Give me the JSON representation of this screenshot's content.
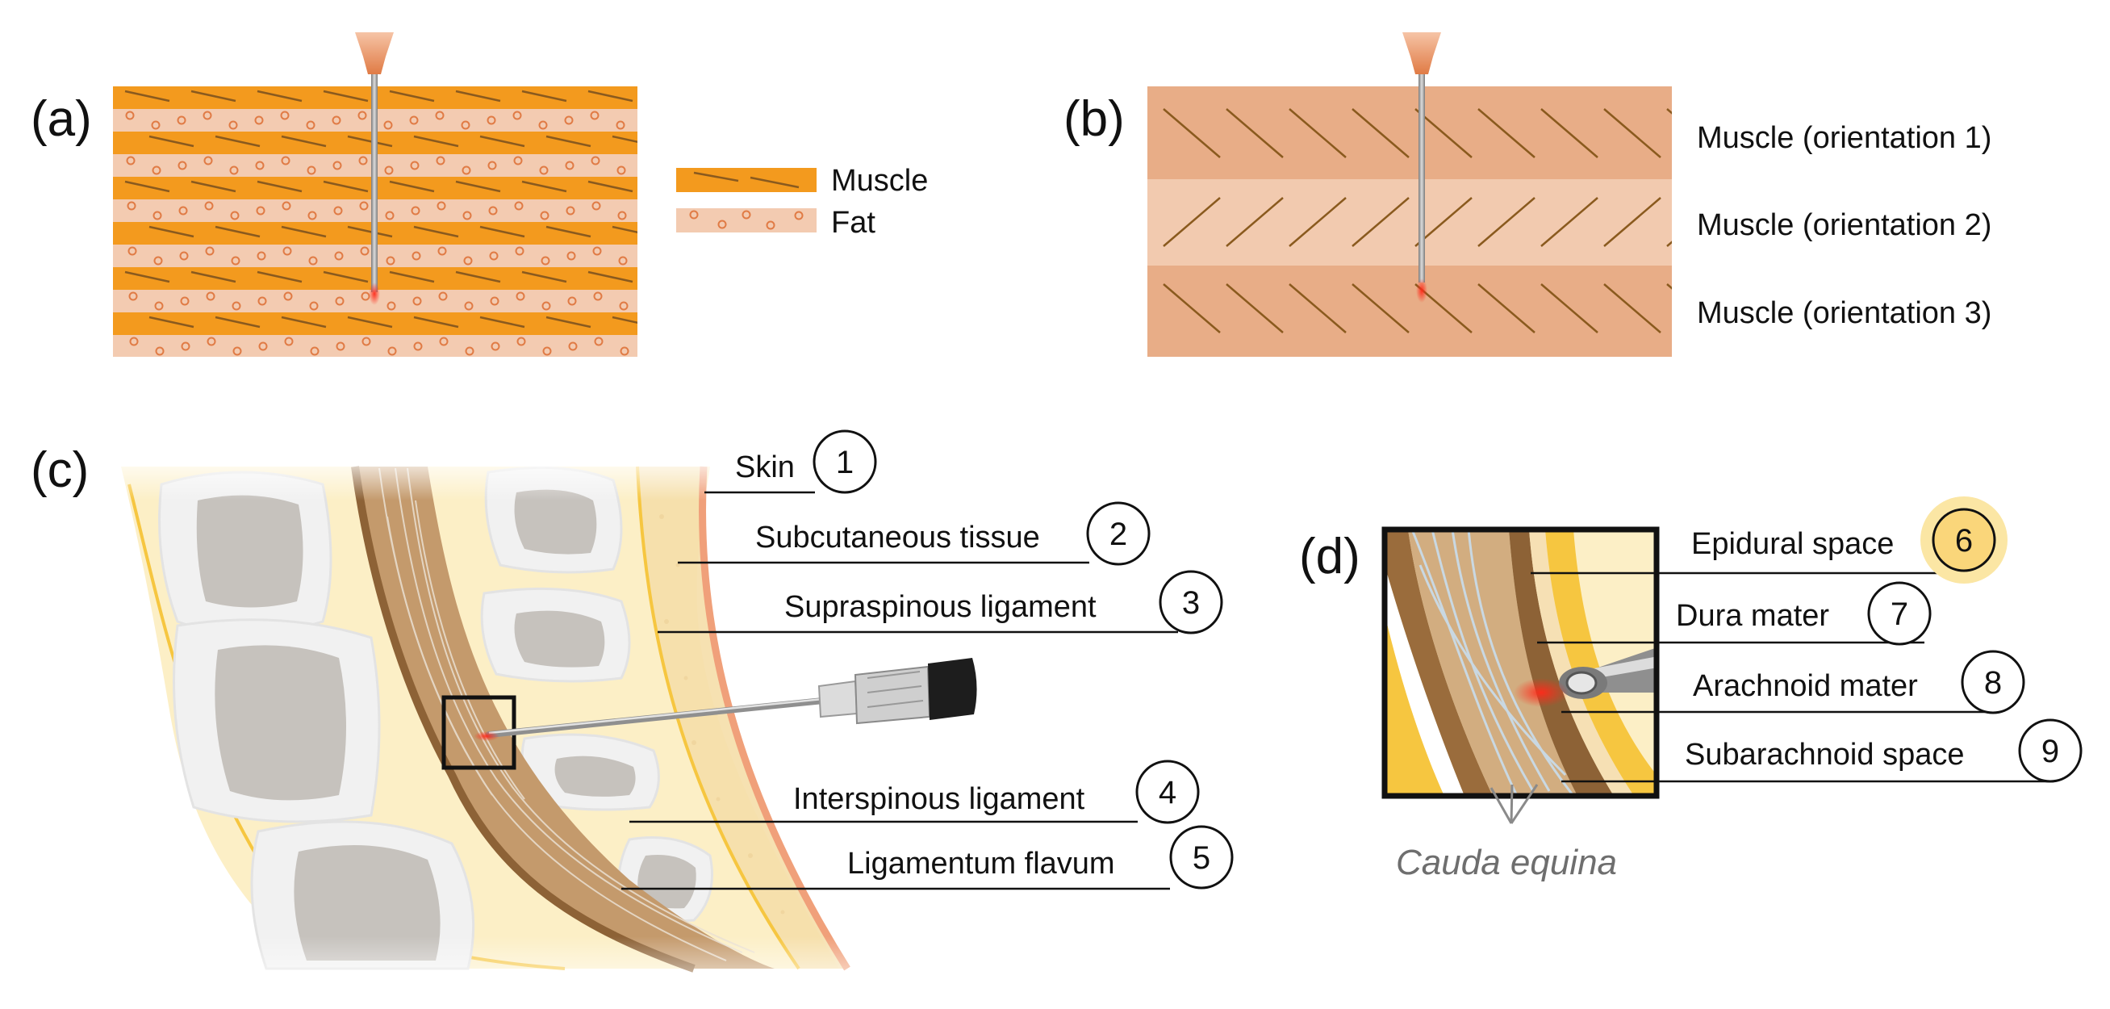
{
  "colors": {
    "muscle": "#f39a1e",
    "fat": "#f3cbb1",
    "fat_dot": "#e07b45",
    "tissue_b1": "#e8ad87",
    "tissue_b2": "#f2caaf",
    "fiber": "#8a5a1e",
    "bone": "#f1f1f1",
    "bone_marrow": "#c6c2bd",
    "soft_tissue": "#fcefc6",
    "yellow_line": "#f6c640",
    "skin": "#f0a07a",
    "ligament": "#c49a6c",
    "ligament_dark": "#8d6236",
    "needle_tip": "#e8392c",
    "highlight": "#fbe6a4",
    "cauda_gray": "#6e6e6e"
  },
  "panels": {
    "a": {
      "letter": "(a)",
      "legend": [
        {
          "label": "Muscle",
          "icon": "muscle-swatch"
        },
        {
          "label": "Fat",
          "icon": "fat-swatch"
        }
      ]
    },
    "b": {
      "letter": "(b)",
      "layers": [
        {
          "label": "Muscle (orientation 1)"
        },
        {
          "label": "Muscle (orientation 2)"
        },
        {
          "label": "Muscle (orientation 3)"
        }
      ]
    },
    "c": {
      "letter": "(c)",
      "labels": [
        {
          "num": "1",
          "text": "Skin"
        },
        {
          "num": "2",
          "text": "Subcutaneous tissue"
        },
        {
          "num": "3",
          "text": "Supraspinous ligament"
        },
        {
          "num": "4",
          "text": "Interspinous ligament"
        },
        {
          "num": "5",
          "text": "Ligamentum flavum"
        }
      ]
    },
    "d": {
      "letter": "(d)",
      "labels": [
        {
          "num": "6",
          "text": "Epidural space",
          "highlighted": true
        },
        {
          "num": "7",
          "text": "Dura mater"
        },
        {
          "num": "8",
          "text": "Arachnoid mater"
        },
        {
          "num": "9",
          "text": "Subarachnoid space"
        }
      ],
      "annotation": "Cauda equina"
    }
  }
}
